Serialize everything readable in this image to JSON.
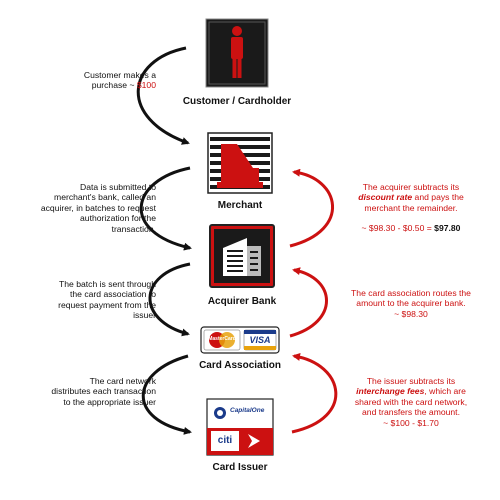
{
  "colors": {
    "accent": "#cc1111",
    "dark": "#1a1a1a",
    "arrow_left": "#111111",
    "arrow_right": "#cc1111"
  },
  "nodes": {
    "customer": {
      "label": "Customer / Cardholder",
      "icon": "person-icon"
    },
    "merchant": {
      "label": "Merchant",
      "icon": "cash-register-icon"
    },
    "acquirer": {
      "label": "Acquirer Bank",
      "icon": "bank-building-icon"
    },
    "association": {
      "label": "Card Association",
      "icon": "card-logos-icon",
      "card_left": "MasterCard",
      "card_right": "VISA"
    },
    "issuer": {
      "label": "Card Issuer",
      "icon": "issuer-bank-icon",
      "logo_top": "CapitalOne",
      "logo_bottom": "citi"
    }
  },
  "left_notes": {
    "purchase": {
      "line1": "Customer makes a",
      "line2_prefix": "purchase ~ ",
      "amount": "$100"
    },
    "submit": {
      "lines": [
        "Data is submitted to",
        "merchant's bank, called an",
        "acquirer, in batches to request",
        "authorization for the",
        "transaction."
      ]
    },
    "batch": {
      "lines": [
        "The batch is sent through",
        "the card association to",
        "request payment from the",
        "issuer"
      ]
    },
    "distribute": {
      "lines": [
        "The card network",
        "distributes each transaction",
        "to the appropriate issuer"
      ]
    }
  },
  "right_notes": {
    "acquirer": {
      "line1": "The acquirer subtracts its",
      "term_prefix": "",
      "term": "discount rate",
      "term_suffix": " and pays the",
      "line3": "merchant the remainder.",
      "calc": "~ $98.30 - $0.50 = ",
      "result": "$97.80"
    },
    "association": {
      "lines": [
        "The card association routes the",
        "amount to the acquirer bank.",
        "~ $98.30"
      ]
    },
    "issuer": {
      "line1": "The issuer subtracts its",
      "term": "interchange fees",
      "term_suffix": ", which are",
      "line3": "shared with the card network,",
      "line4": "and transfers the amount.",
      "line5": "~ $100 - $1.70"
    }
  }
}
